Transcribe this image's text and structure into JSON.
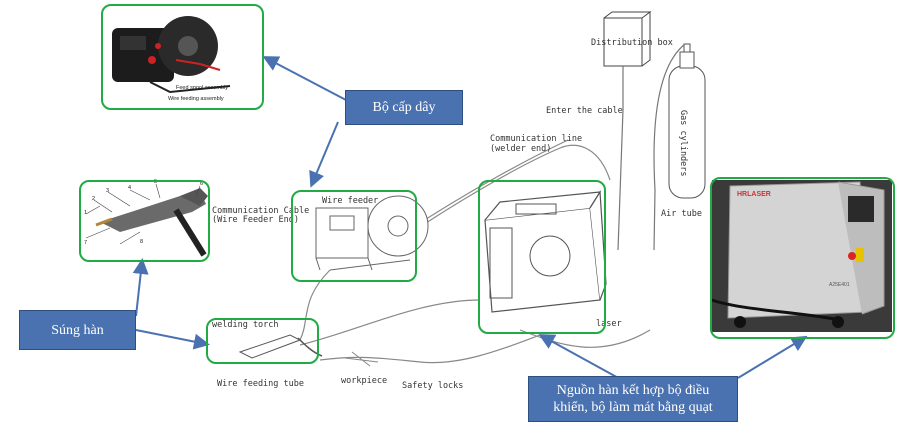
{
  "labels": {
    "distribution_box": "Distribution box",
    "enter_cable": "Enter the cable",
    "gas_cylinders": "Gas cylinders",
    "comm_line_1": "Communication line",
    "comm_line_2": "(welder end)",
    "comm_cable_1": "Communication Cable",
    "comm_cable_2": "(Wire Feeder End)",
    "wire_feeder": "Wire feeder",
    "air_tube": "Air tube",
    "laser": "laser",
    "welding_torch": "welding torch",
    "wire_feeding_tube": "Wire feeding tube",
    "workpiece": "workpiece",
    "safety_locks": "Safety locks",
    "feed_spool": "Feed spool assembly",
    "wire_feeding_assembly": "Wire feeding assembly",
    "brand": "HRLASER",
    "model": "A25E401"
  },
  "callouts": {
    "wire_feeder_vi": "Bộ cấp dây",
    "torch_vi": "Súng hàn",
    "source_vi_1": "Nguồn hàn kết hợp bộ điều",
    "source_vi_2": "khiển, bộ làm mát bằng quạt"
  },
  "torch_numbers": [
    "1",
    "2",
    "3",
    "4",
    "5",
    "6",
    "7",
    "8"
  ],
  "colors": {
    "frame_green": "#22aa44",
    "callout_blue": "#4a72b0",
    "arrow_blue": "#4a72b0"
  }
}
